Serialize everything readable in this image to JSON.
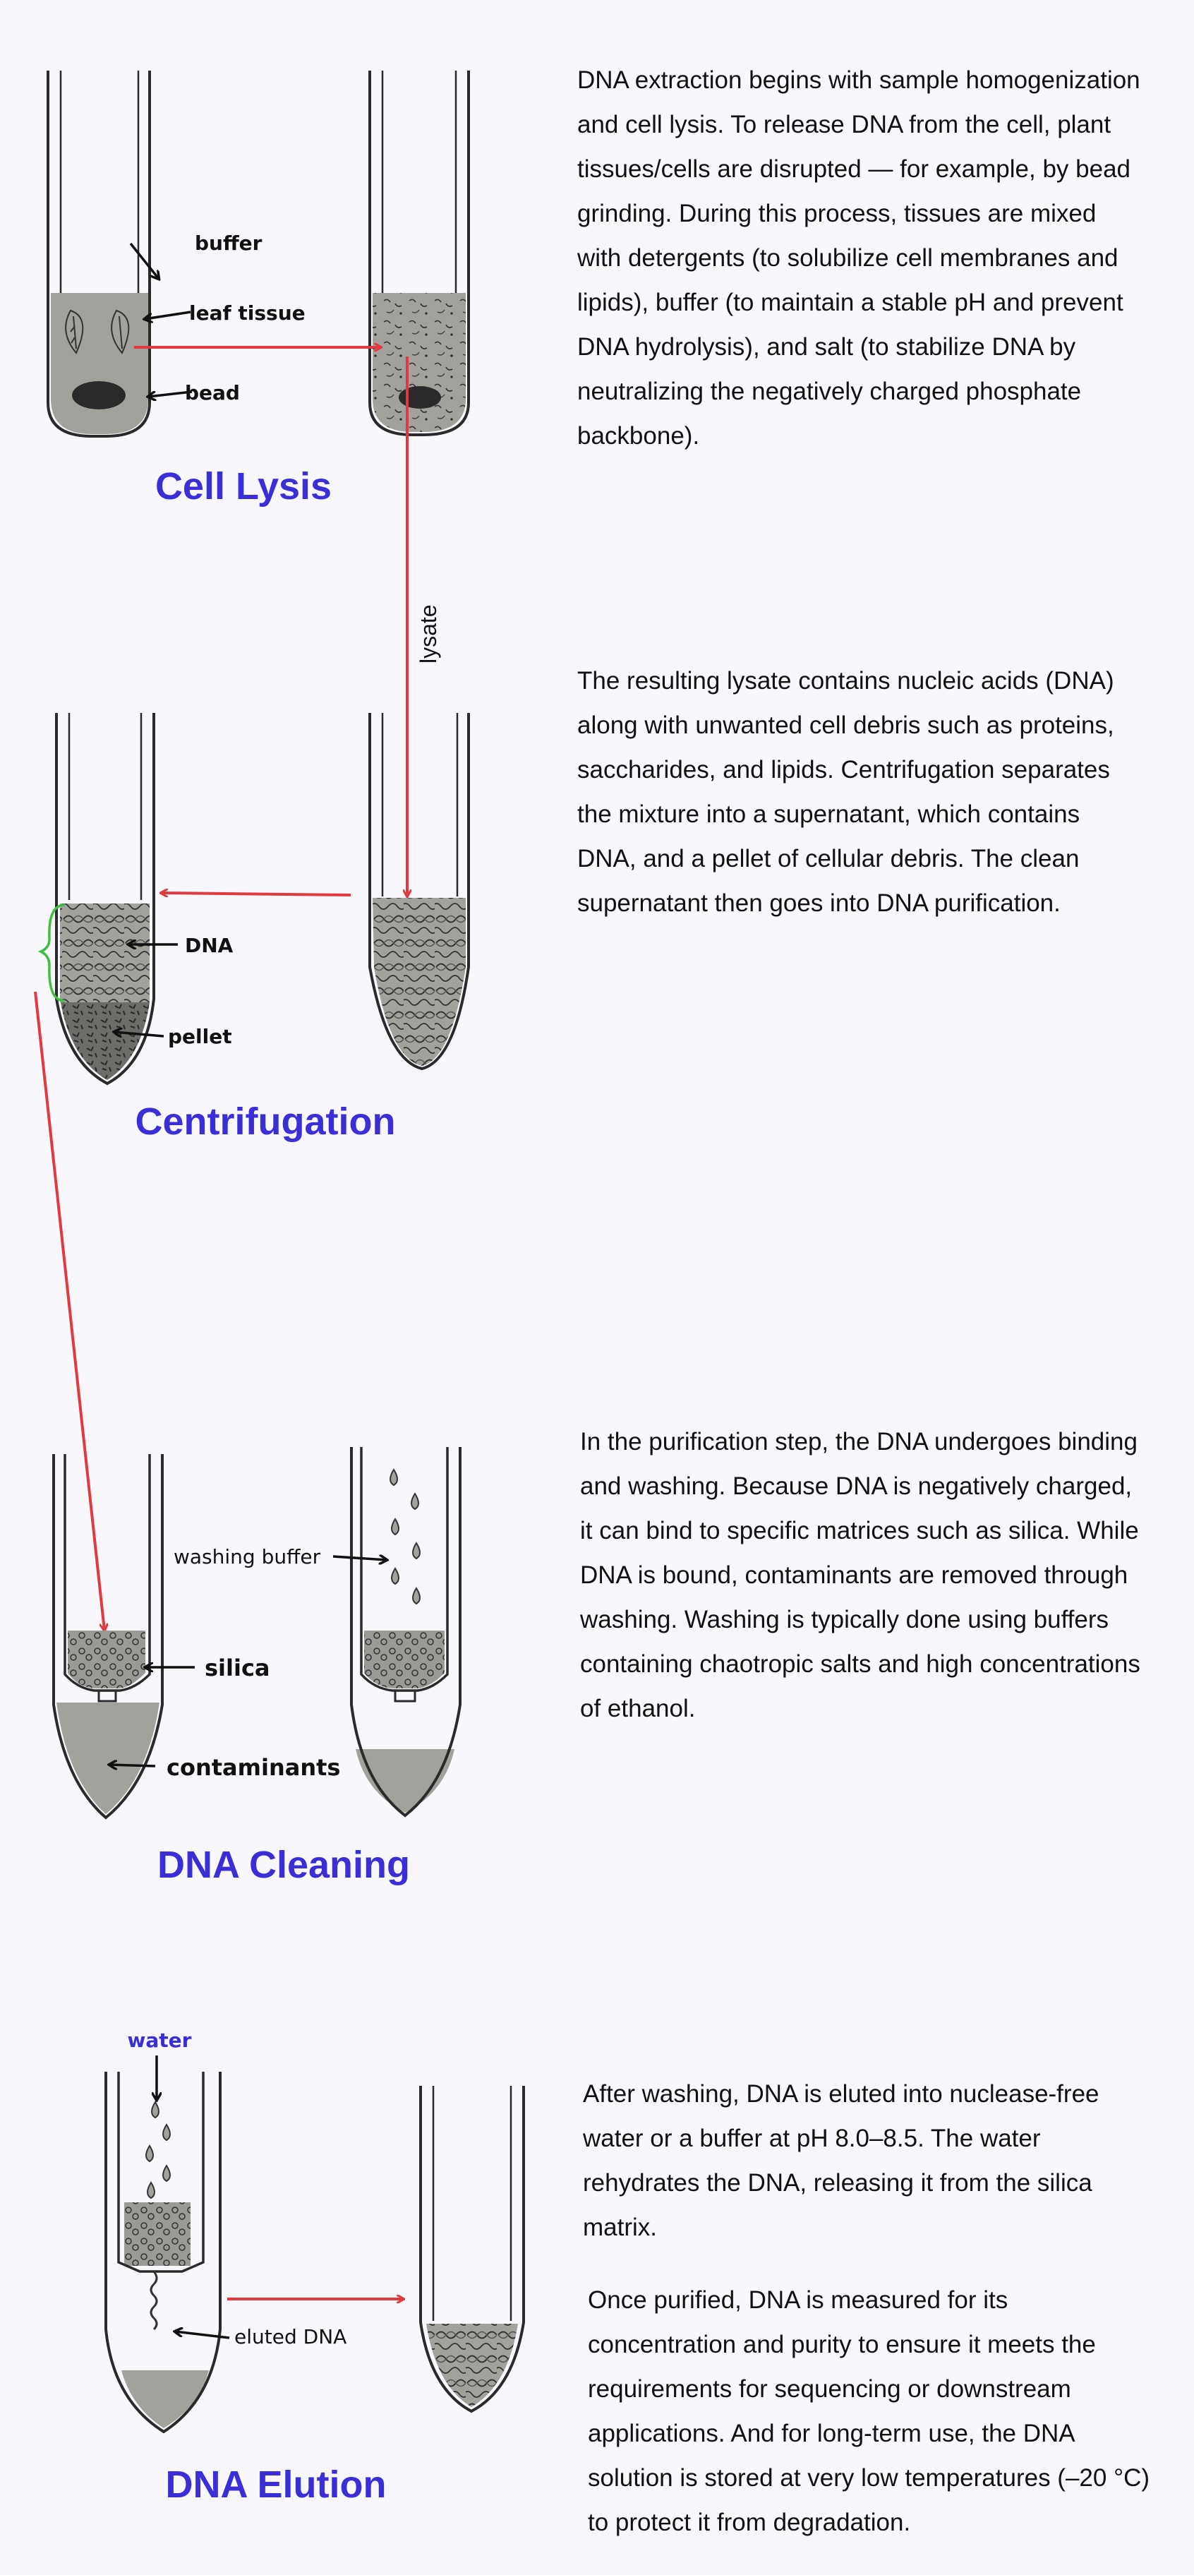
{
  "sections": [
    {
      "title": "Cell Lysis",
      "text": "DNA extraction begins with sample homogenization and cell lysis. To release DNA from the cell, plant tissues/cells are disrupted — for example, by bead grinding. During this process, tissues are mixed with detergents (to solubilize cell membranes and lipids), buffer (to maintain a stable pH and prevent DNA hydrolysis), and salt (to stabilize DNA by neutralizing the negatively charged phosphate backbone).",
      "labels": {
        "buffer": "buffer",
        "leaf_tissue": "leaf tissue",
        "bead": "bead"
      }
    },
    {
      "title": "Centrifugation",
      "text": "The resulting lysate contains nucleic acids (DNA) along with unwanted cell debris such as proteins, saccharides, and lipids. Centrifugation separates the mixture into a supernatant, which contains DNA, and a pellet of cellular debris. The clean supernatant then goes into DNA purification.",
      "labels": {
        "dna": "DNA",
        "pellet": "pellet"
      }
    },
    {
      "title": "DNA Cleaning",
      "text": "In the purification step, the DNA undergoes binding and washing. Because DNA is negatively charged, it can bind to specific matrices such as silica. While DNA is bound, contaminants are removed through washing. Washing is typically done using buffers containing chaotropic salts and high concentrations of ethanol.",
      "labels": {
        "washing_buffer": "washing buffer",
        "silica": "silica",
        "contaminants": "contaminants"
      }
    },
    {
      "title": "DNA Elution",
      "text": "After washing, DNA is eluted into nuclease-free water or a buffer at pH 8.0–8.5. The water rehydrates the DNA, releasing it from the silica matrix.",
      "text2": "Once purified, DNA is measured for its concentration and purity to ensure it meets the requirements for sequencing or downstream applications. And for long-term use, the DNA solution is stored at very low temperatures (–20 °C) to protect it from degradation.",
      "labels": {
        "water": "water",
        "eluted_dna": "eluted DNA"
      }
    }
  ],
  "flow_labels": {
    "lysate": "lysate"
  },
  "colors": {
    "title": "#3a2fd6",
    "arrow": "#e03a3f",
    "bracket": "#3fbf3f",
    "water_label": "#3a2fd6",
    "tube_fill": "#a3a19c"
  }
}
